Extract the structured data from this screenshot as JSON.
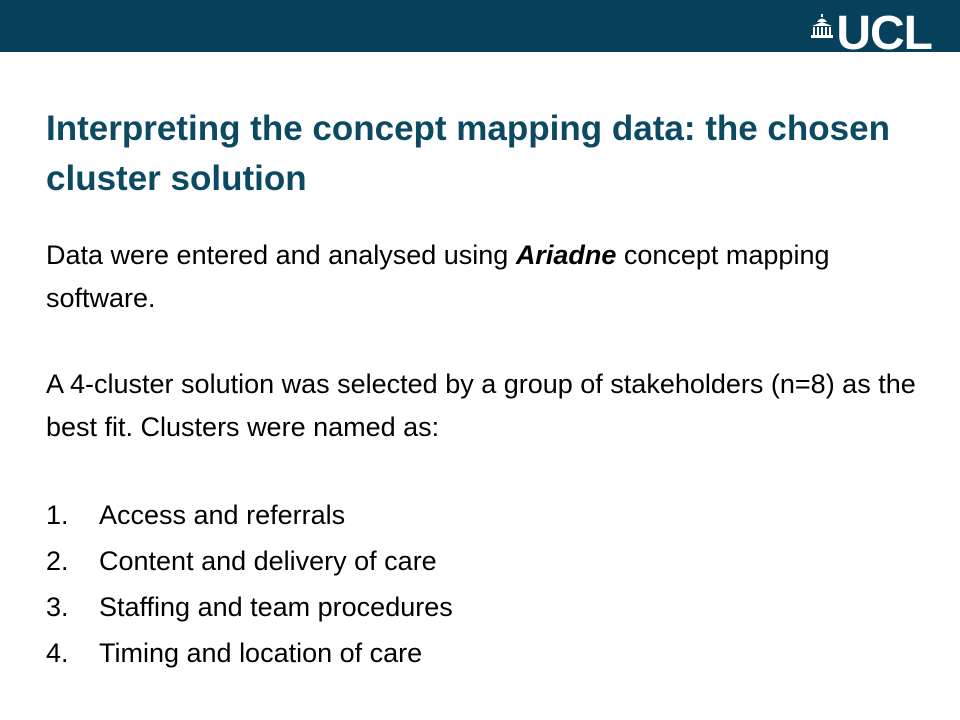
{
  "header": {
    "logo_text": "UCL",
    "brand_color": "#06405a"
  },
  "title": "Interpreting the concept mapping data: the chosen cluster solution",
  "body": {
    "para1_before": "Data were entered and analysed using ",
    "para1_emphasis": "Ariadne",
    "para1_after": " concept mapping software.",
    "para2": "A 4-cluster solution was selected by a group of stakeholders (n=8) as the best fit. Clusters were named as:"
  },
  "clusters": [
    {
      "number": "1.",
      "label": "Access and referrals"
    },
    {
      "number": "2.",
      "label": "Content and delivery of care"
    },
    {
      "number": "3.",
      "label": "Staffing and team procedures"
    },
    {
      "number": "4.",
      "label": "Timing and location of care"
    }
  ],
  "colors": {
    "title": "#0b4a62",
    "text": "#000000",
    "background": "#ffffff"
  },
  "icons": {
    "logo_mark": "ucl-portico-icon"
  }
}
